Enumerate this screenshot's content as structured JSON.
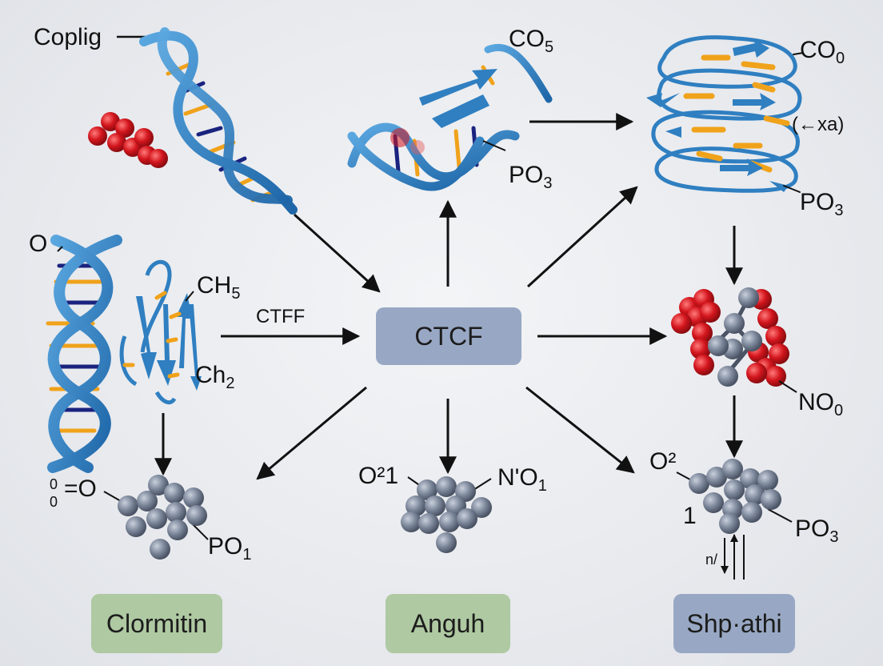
{
  "center_node": {
    "label": "CTCF"
  },
  "bottom_boxes": [
    {
      "label": "Clormitin",
      "color": "#afc9a2"
    },
    {
      "label": "Anguh",
      "color": "#afc9a2"
    },
    {
      "label": "Shp·athi",
      "color": "#98a8c4"
    }
  ],
  "arrow_labels": {
    "ctff": "CTFF"
  },
  "molecule_labels": {
    "coplig": "Coplig",
    "o_top_left": "O",
    "co5": "CO",
    "co5_sub": "5",
    "po3_top": "PO",
    "po3_top_sub": "3",
    "co0": "CO",
    "co0_sub": "0",
    "xa": "(←xa)",
    "po3_right": "PO",
    "po3_right_sub": "3",
    "ch5": "CH",
    "ch5_sub": "5",
    "ch2": "Ch",
    "ch2_sub": "2",
    "no0": "NO",
    "no0_sub": "0",
    "eq_o_sup": "0",
    "eq_o_sub": "0",
    "eq_o": "=O",
    "po1": "PO",
    "po1_sub": "1",
    "o21": "O²1",
    "no1": "N'O",
    "no1_sub": "1",
    "o2_right": "O²",
    "one_right": "1",
    "po3_bottom": "PO",
    "po3_bottom_sub": "3",
    "n_small": "n/"
  },
  "colors": {
    "helix_blue": "#2f7fc1",
    "base_orange": "#f0a21a",
    "base_navy": "#1a237e",
    "atom_red": "#d3151d",
    "atom_gray": "#7c879a",
    "arrow": "#111111",
    "background": "#e9ecef"
  }
}
